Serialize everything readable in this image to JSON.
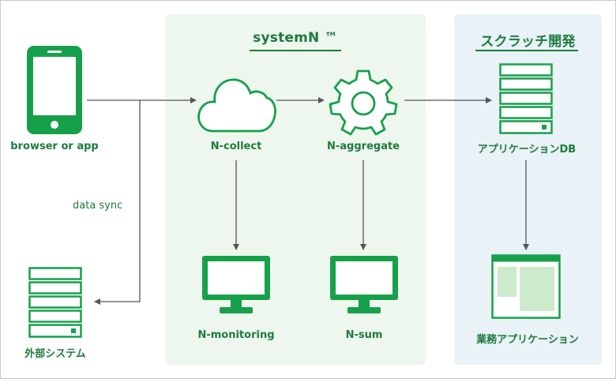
{
  "groups": {
    "system": {
      "title": "systemN ™"
    },
    "scratch": {
      "title": "スクラッチ開発"
    }
  },
  "nodes": {
    "client": {
      "label": "browser or app",
      "icon": "smartphone-icon"
    },
    "external": {
      "label": "外部システム",
      "icon": "server-icon"
    },
    "collect": {
      "label": "N-collect",
      "icon": "cloud-icon"
    },
    "aggregate": {
      "label": "N-aggregate",
      "icon": "gear-icon"
    },
    "monitoring": {
      "label": "N-monitoring",
      "icon": "monitor-icon"
    },
    "sum": {
      "label": "N-sum",
      "icon": "monitor-icon"
    },
    "appdb": {
      "label": "アプリケーションDB",
      "icon": "server-icon"
    },
    "bizapp": {
      "label": "業務アプリケーション",
      "icon": "window-icon"
    }
  },
  "edges": {
    "sync_label": "data sync"
  },
  "colors": {
    "primary": "#1e7a3e",
    "icon_green": "#17a04a",
    "system_bg": "#eef7ee",
    "scratch_bg": "#e8f2f7",
    "line": "#555555"
  }
}
